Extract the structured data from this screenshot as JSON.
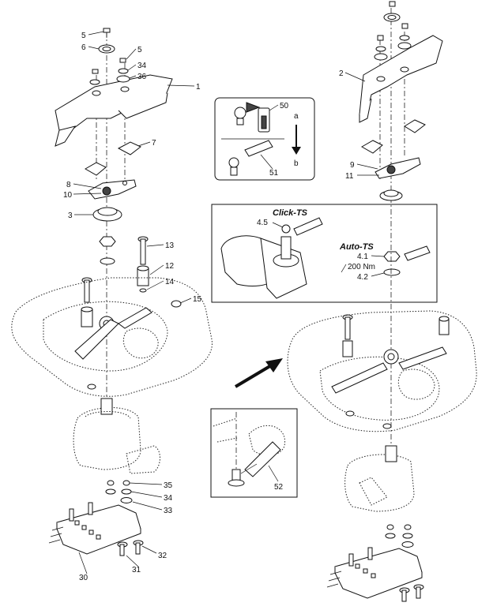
{
  "callouts": {
    "n5a": "5",
    "n6": "6",
    "n5b": "5",
    "n34a": "34",
    "n36": "36",
    "n1": "1",
    "n7": "7",
    "n8": "8",
    "n10": "10",
    "n3": "3",
    "n13": "13",
    "n12": "12",
    "n14": "14",
    "n15": "15",
    "n35": "35",
    "n34b": "34",
    "n33": "33",
    "n32": "32",
    "n31": "31",
    "n30": "30",
    "n2": "2",
    "n9": "9",
    "n11": "11",
    "n50": "50",
    "n51": "51",
    "a": "a",
    "b": "b",
    "n45": "4.5",
    "n41": "4.1",
    "n42": "4.2",
    "n52": "52"
  },
  "gearbox_inset": {
    "click_title": "Click-TS",
    "auto_title": "Auto-TS",
    "torque": "200 Nm"
  }
}
